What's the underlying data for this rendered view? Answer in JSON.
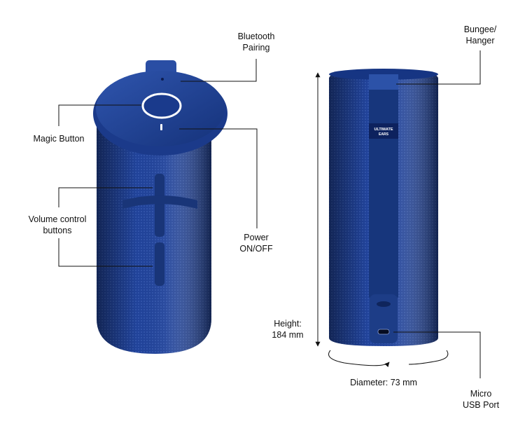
{
  "labels": {
    "bluetooth": [
      "Bluetooth",
      "Pairing"
    ],
    "magic": [
      "Magic Button"
    ],
    "volume": [
      "Volume control",
      "buttons"
    ],
    "power": [
      "Power",
      "ON/OFF"
    ],
    "bungee": [
      "Bungee/",
      "Hanger"
    ],
    "height": [
      "Height:",
      "184 mm"
    ],
    "diameter": [
      "Diameter: 73 mm"
    ],
    "usb": [
      "Micro",
      "USB Port"
    ]
  },
  "badge": [
    "ULTIMATE",
    "EARS"
  ],
  "colors": {
    "speaker_body": "#1f3f92",
    "speaker_dark": "#102667",
    "strap": "#18387f",
    "magic_ring": "#ffffff",
    "line": "#111111"
  },
  "icons": [
    "plus-icon",
    "minus-icon",
    "power-icon",
    "bluetooth-led-icon",
    "usb-port-icon"
  ]
}
